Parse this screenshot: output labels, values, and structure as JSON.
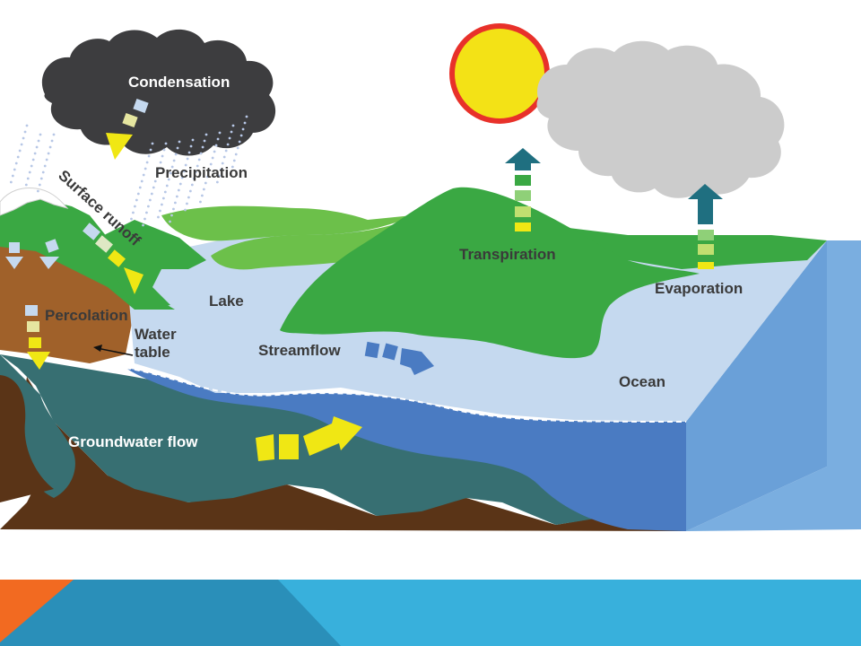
{
  "diagram": {
    "labels": {
      "condensation": "Condensation",
      "precipitation": "Precipitation",
      "surface_runoff": "Surface runoff",
      "transpiration": "Transpiration",
      "evaporation": "Evaporation",
      "lake": "Lake",
      "percolation": "Percolation",
      "water_table_line1": "Water",
      "water_table_line2": "table",
      "streamflow": "Streamflow",
      "ocean": "Ocean",
      "groundwater_flow": "Groundwater flow"
    },
    "colors": {
      "land_green": "#3aa843",
      "light_green": "#6cc04a",
      "water_light": "#c5d9ef",
      "water_deep": "#4a7bc2",
      "groundwater": "#376f72",
      "soil": "#5a3417",
      "percolation_soil": "#a0612a",
      "sun": "#f3e216",
      "sun_rim": "#e8312a",
      "arrow_yellow": "#f0e714",
      "banner_blue": "#38b0dc",
      "banner_dark_blue": "#2a8fb9",
      "banner_orange": "#f26a21"
    }
  }
}
